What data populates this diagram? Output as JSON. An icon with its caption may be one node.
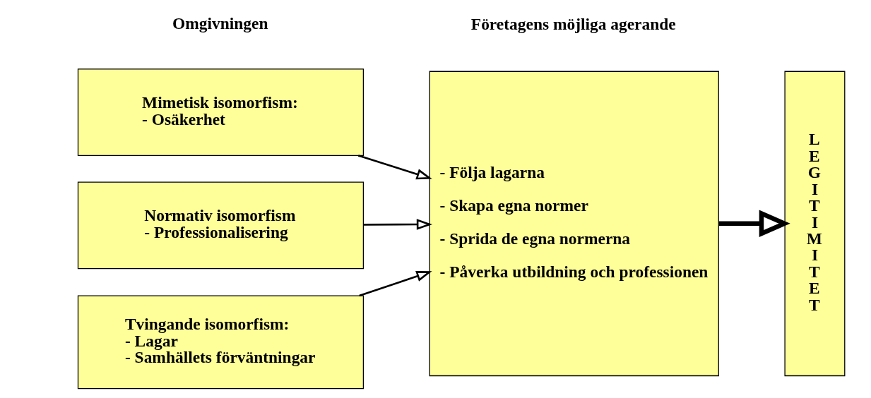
{
  "diagram": {
    "nodes": [
      {
        "text": [
          "Tvingande isomorfism:",
          "- Lagar",
          "- Samhällets förväntningar"
        ]
      },
      {
        "text": [
          "Mimetisk isomorfism:",
          "- Osäkerhet"
        ]
      },
      {
        "text": [
          "Normativ isomorfism",
          "- Professionalisering"
        ]
      },
      {
        "text": [
          "- Följa lagarna",
          "- Skapa egna normer",
          "- Sprida de egna normerna",
          "- Påverka utbildning och professionen"
        ]
      },
      {
        "text": [
          "L E G I T I M I T E T"
        ]
      }
    ],
    "edges": [
      {
        "from": 0,
        "to": 3,
        "arrow": "to"
      },
      {
        "from": 1,
        "to": 3,
        "arrow": "to"
      },
      {
        "from": 2,
        "to": 3,
        "arrow": "to"
      },
      {
        "from": 3,
        "to": 4,
        "arrow": "to",
        "style": "thick"
      }
    ],
    "labels": [
      "Omgivningen",
      "Företagens möjliga agerande"
    ]
  }
}
